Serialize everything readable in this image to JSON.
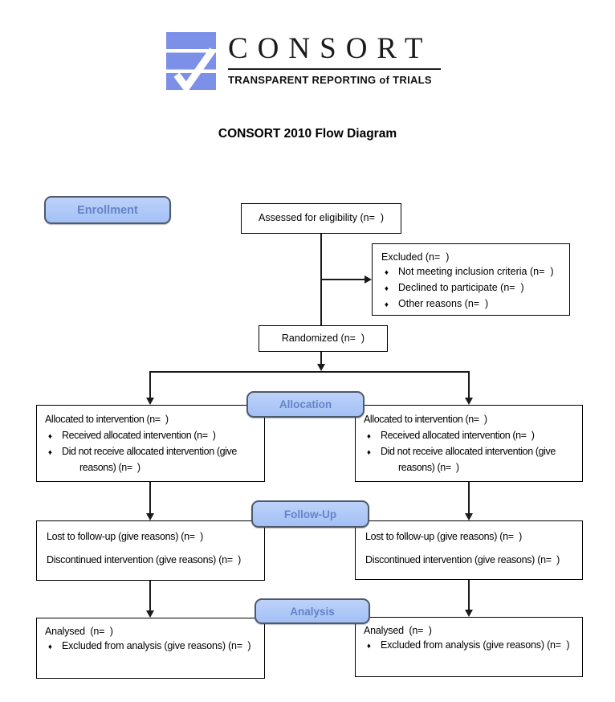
{
  "logo": {
    "wordmark": "CONSORT",
    "tagline": "TRANSPARENT REPORTING of TRIALS"
  },
  "title": "CONSORT 2010 Flow Diagram",
  "stages": {
    "enrollment": "Enrollment",
    "allocation": "Allocation",
    "followup": "Follow-Up",
    "analysis": "Analysis"
  },
  "boxes": {
    "assessed": {
      "text": "Assessed for eligibility (n=  )"
    },
    "excluded": {
      "title": "Excluded (n=  )",
      "bullets": [
        "Not meeting inclusion criteria (n=  )",
        "Declined to participate (n=  )",
        "Other reasons (n=  )"
      ]
    },
    "randomized": {
      "text": "Randomized (n=  )"
    },
    "allocated_left": {
      "title": "Allocated to intervention (n=  )",
      "bullets": [
        "Received allocated intervention (n=  )",
        "Did not receive allocated intervention (give reasons) (n=  )"
      ]
    },
    "allocated_right": {
      "title": "Allocated to intervention (n=  )",
      "bullets": [
        "Received allocated intervention (n=  )",
        "Did not receive allocated intervention (give reasons) (n=  )"
      ]
    },
    "followup_left": {
      "lines": [
        "Lost to follow-up (give reasons) (n=  )",
        "Discontinued intervention (give reasons) (n=  )"
      ]
    },
    "followup_right": {
      "lines": [
        "Lost to follow-up (give reasons) (n=  )",
        "Discontinued intervention (give reasons) (n=  )"
      ]
    },
    "analysis_left": {
      "title": "Analysed  (n=  )",
      "bullets": [
        "Excluded from analysis (give reasons) (n=  )"
      ]
    },
    "analysis_right": {
      "title": "Analysed  (n=  )",
      "bullets": [
        "Excluded from analysis (give reasons) (n=  )"
      ]
    }
  },
  "icons": {
    "bullet": "♦"
  },
  "colors": {
    "badge_fill_top": "#bdd2f9",
    "badge_fill_bottom": "#a3c0f5",
    "badge_border": "#4e5a6b",
    "badge_text": "#6484c8",
    "logo_blue": "#7d90e8",
    "line_color": "#1a1a1a",
    "box_border": "#000000"
  }
}
